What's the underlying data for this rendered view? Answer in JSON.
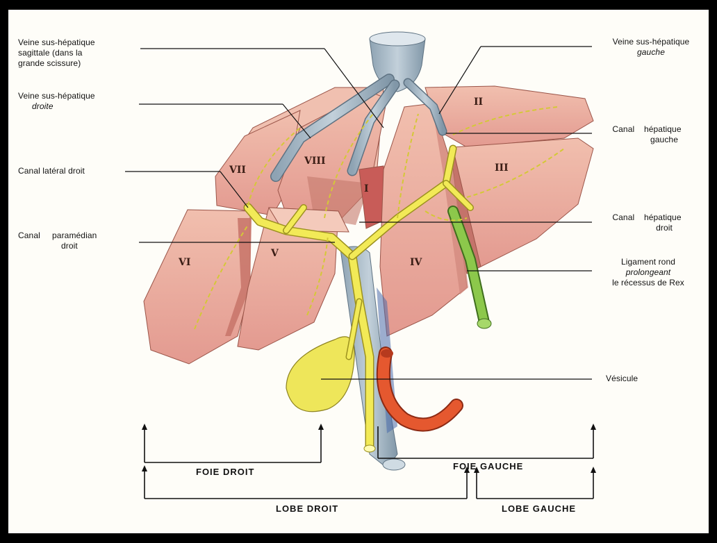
{
  "labels": {
    "sagittal_vein": [
      "Veine sus-hépatique",
      "sagittale (dans la",
      "grande scissure)"
    ],
    "right_vein": [
      "Veine sus-hépatique",
      "droite"
    ],
    "lateral_duct": [
      "Canal latéral droit"
    ],
    "paramedian_duct": [
      "Canal     paramédian",
      "droit"
    ],
    "left_vein": [
      "Veine sus-hépatique",
      "gauche"
    ],
    "left_hepatic_duct": [
      "Canal    hépatique",
      "gauche"
    ],
    "right_hepatic_duct": [
      "Canal    hépatique",
      "droit"
    ],
    "round_ligament": [
      "Ligament rond",
      "prolongeant",
      "le récessus de Rex"
    ],
    "gallbladder": [
      "Vésicule"
    ]
  },
  "segments": {
    "s1": "I",
    "s2": "II",
    "s3": "III",
    "s4": "IV",
    "s5": "V",
    "s6": "VI",
    "s7": "VII",
    "s8": "VIII"
  },
  "brackets": {
    "foie_droit": "FOIE DROIT",
    "foie_gauche": "FOIE GAUCHE",
    "lobe_droit": "LOBE DROIT",
    "lobe_gauche": "LOBE GAUCHE"
  },
  "colors": {
    "liver": "#e7a79a",
    "liver_dark": "#b9655a",
    "vein": "#9fb2bf",
    "bile": "#f2ea57",
    "artery": "#e5582f",
    "ligament": "#7fbf3f"
  }
}
